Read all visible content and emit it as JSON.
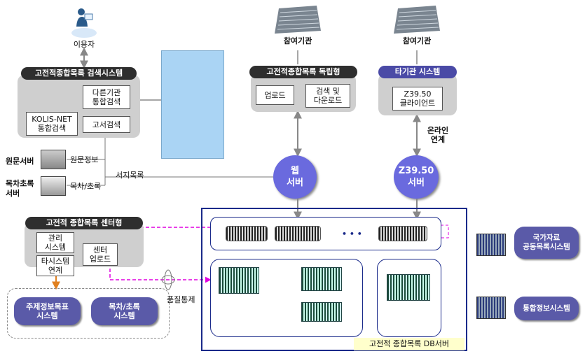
{
  "users": {
    "label": "이용자"
  },
  "institution_left": {
    "label": "참여기관"
  },
  "institution_right": {
    "label": "참여기관"
  },
  "search_system": {
    "title": "고전적종합목록 검색시스템",
    "other_inst_search": "다른기관\n통합검색",
    "kolis_net_search": "KOLIS-NET\n통합검색",
    "old_book_search": "고서검색"
  },
  "standalone": {
    "title": "고전적종합목록 독립형",
    "upload": "업로드",
    "search_download": "검색 및\n다운로드"
  },
  "other_system": {
    "title": "타기관 시스템",
    "z3950_client": "Z39.50\n클라이언트"
  },
  "online_link": "온라인\n연계",
  "original_server": {
    "label": "원문서버",
    "info": "원문정보"
  },
  "toc_server": {
    "label": "목차초록\n서버",
    "info": "목차/초록"
  },
  "bib_record": "서지목록",
  "web_server": "웹\n서버",
  "z3950_server": "Z39.50\n서버",
  "center_type": {
    "title": "고전적 종합목록 센터형",
    "admin": "관리\n시스템",
    "other_link": "타시스템\n연계",
    "center_upload": "센터\n업로드"
  },
  "subject_system": "주제정보목표\n시스템",
  "toc_system": "목차/초록\n시스템",
  "quality_control": "품질통제",
  "ellipsis": "• • •",
  "db_server": "고전적 종합목록 DB서버",
  "national_catalog": "국가자료\n공동목록시스템",
  "integrated_info": "통합정보시스템",
  "colors": {
    "accent": "#5a5aa8",
    "circle": "#6a6ade",
    "magenta": "#e000e0",
    "blue_panel": "#aad4f4"
  }
}
